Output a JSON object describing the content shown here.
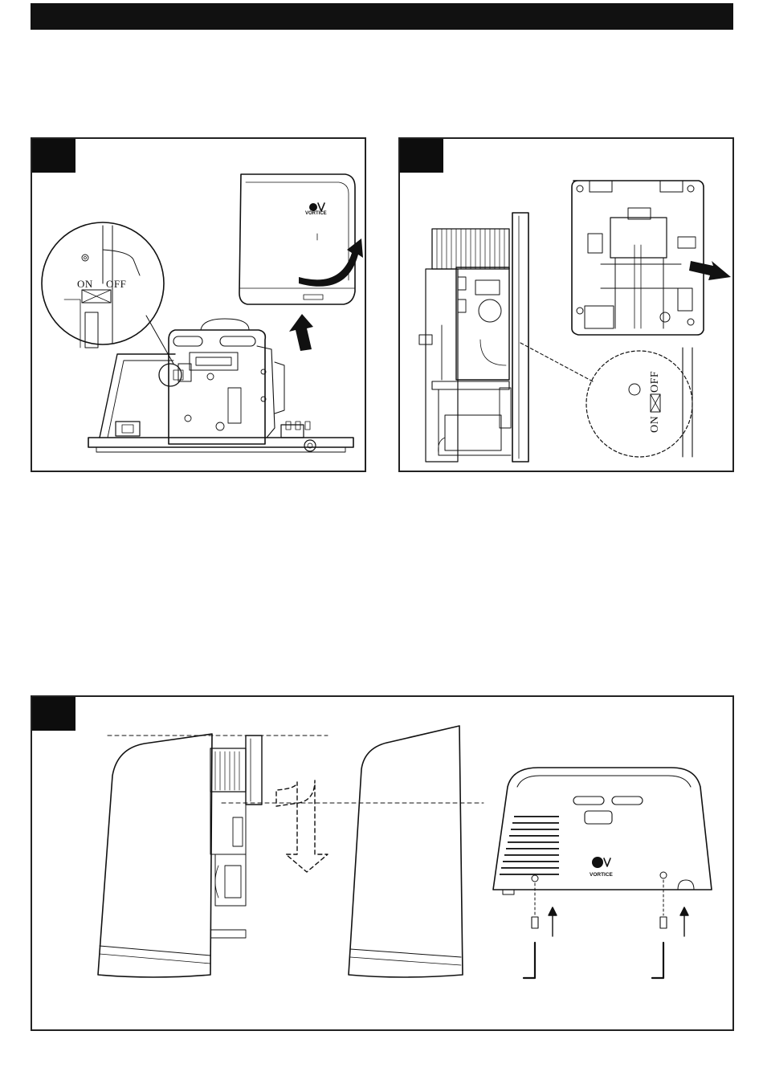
{
  "switch_labels": {
    "on": "ON",
    "off": "OFF"
  },
  "brand": {
    "name": "VORTICE"
  },
  "colors": {
    "ink": "#111111",
    "panel_border": "#222222",
    "tab": "#0d0d0d",
    "background": "#ffffff"
  },
  "icons": {
    "lift_arrow": "arrow-up-icon",
    "rotate_arrow": "curved-arrow-icon",
    "insert_arrow": "arrow-left-icon",
    "slide_arrow": "dashed-up-arrow-icon",
    "screw": "screw-icon",
    "hex_key": "allen-key-icon"
  }
}
